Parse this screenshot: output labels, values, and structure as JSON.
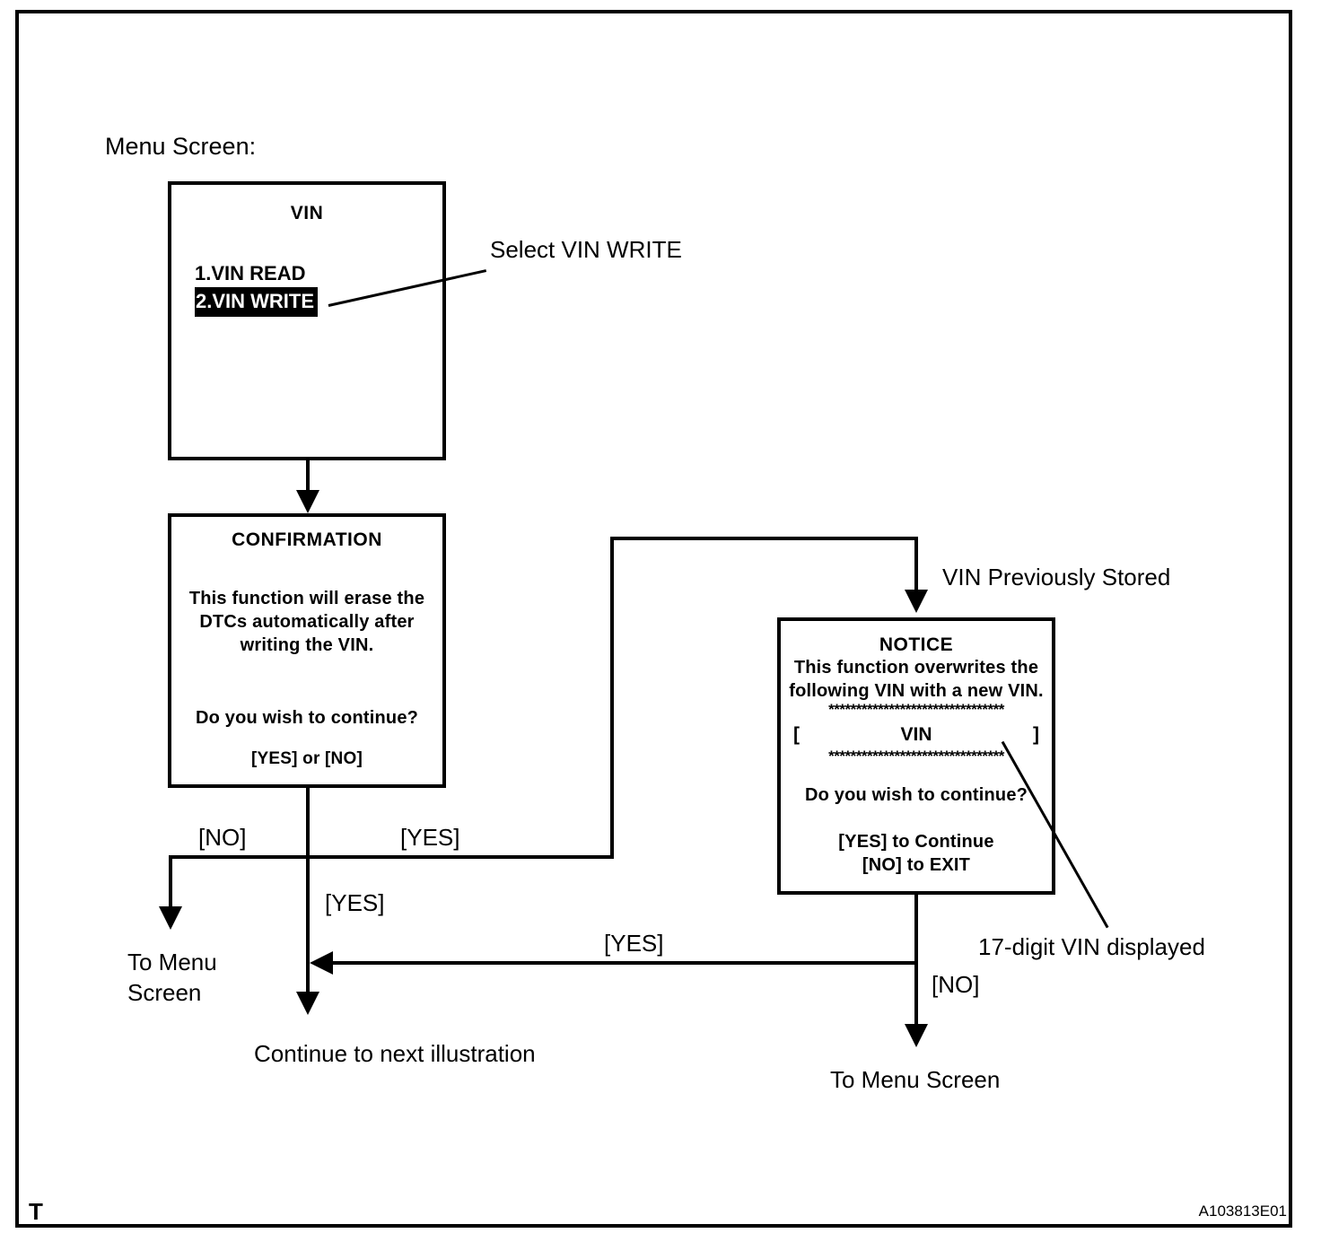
{
  "page": {
    "heading": "Menu Screen:",
    "corner_id": "A103813E01",
    "sheet_mark": "T"
  },
  "screens": {
    "vin_menu": {
      "title": "VIN",
      "items": [
        {
          "label": "1.VIN READ",
          "selected": false
        },
        {
          "label": "2.VIN WRITE",
          "selected": true
        }
      ]
    },
    "confirmation": {
      "title": "CONFIRMATION",
      "body_lines": [
        "This function will erase the",
        "DTCs automatically after",
        "writing the VIN."
      ],
      "question": "Do you wish to continue?",
      "options": "[YES] or [NO]"
    },
    "notice": {
      "title": "NOTICE",
      "body_lines": [
        "This function overwrites the",
        "following VIN with a new VIN."
      ],
      "separator_top": "********************************",
      "bracket_open": "[",
      "vin_placeholder": "VIN",
      "bracket_close": "]",
      "separator_bottom": "********************************",
      "question": "Do you wish to continue?",
      "options": [
        "[YES] to Continue",
        "[NO] to EXIT"
      ]
    }
  },
  "annotations": {
    "select_vin_write": "Select VIN WRITE",
    "vin_previously_stored": "VIN Previously Stored",
    "seventeen_digit_vin": "17-digit VIN displayed"
  },
  "flow_labels": {
    "confirm_no": "[NO]",
    "confirm_yes_right": "[YES]",
    "confirm_yes_down": "[YES]",
    "notice_yes": "[YES]",
    "notice_no": "[NO]"
  },
  "terminals": {
    "to_menu_screen_left_line1": "To Menu",
    "to_menu_screen_left_line2": "Screen",
    "continue_next": "Continue to next illustration",
    "to_menu_screen_right": "To Menu Screen"
  },
  "colors": {
    "ink": "#000000",
    "paper": "#ffffff"
  }
}
